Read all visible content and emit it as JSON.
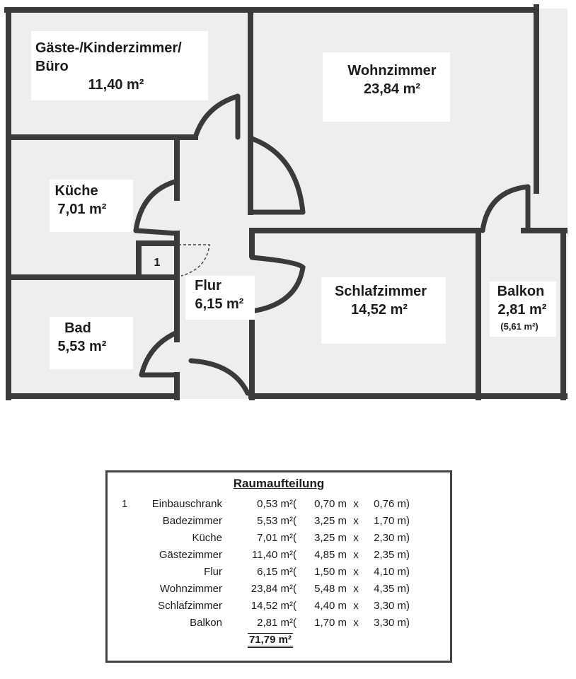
{
  "rooms": {
    "gaeste": {
      "name_line1": "Gäste-/Kinderzimmer/",
      "name_line2": "Büro",
      "area": "11,40 m²"
    },
    "wohnzimmer": {
      "name": "Wohnzimmer",
      "area": "23,84 m²"
    },
    "kueche": {
      "name": "Küche",
      "area": "7,01 m²"
    },
    "einbauschrank": {
      "number": "1"
    },
    "flur": {
      "name": "Flur",
      "area": "6,15 m²"
    },
    "schlafzimmer": {
      "name": "Schlafzimmer",
      "area": "14,52 m²"
    },
    "balkon": {
      "name": "Balkon",
      "area": "2,81 m²",
      "area_full": "(5,61 m²)"
    },
    "bad": {
      "name": "Bad",
      "area": "5,53 m²"
    }
  },
  "table": {
    "title": "Raumaufteilung",
    "open_paren": "(",
    "close_paren": ")",
    "times": "x",
    "rows": [
      {
        "num": "1",
        "name": "Einbauschrank",
        "area": "0,53 m²",
        "width": "0,70 m",
        "height": "0,76 m"
      },
      {
        "num": "",
        "name": "Badezimmer",
        "area": "5,53 m²",
        "width": "3,25 m",
        "height": "1,70 m"
      },
      {
        "num": "",
        "name": "Küche",
        "area": "7,01 m²",
        "width": "3,25 m",
        "height": "2,30 m"
      },
      {
        "num": "",
        "name": "Gästezimmer",
        "area": "11,40 m²",
        "width": "4,85 m",
        "height": "2,35 m"
      },
      {
        "num": "",
        "name": "Flur",
        "area": "6,15 m²",
        "width": "1,50 m",
        "height": "4,10 m"
      },
      {
        "num": "",
        "name": "Wohnzimmer",
        "area": "23,84 m²",
        "width": "5,48 m",
        "height": "4,35 m"
      },
      {
        "num": "",
        "name": "Schlafzimmer",
        "area": "14,52 m²",
        "width": "4,40 m",
        "height": "3,30 m"
      },
      {
        "num": "",
        "name": "Balkon",
        "area": "2,81 m²",
        "width": "1,70 m",
        "height": "3,30 m"
      }
    ],
    "total": "71,79 m²"
  }
}
